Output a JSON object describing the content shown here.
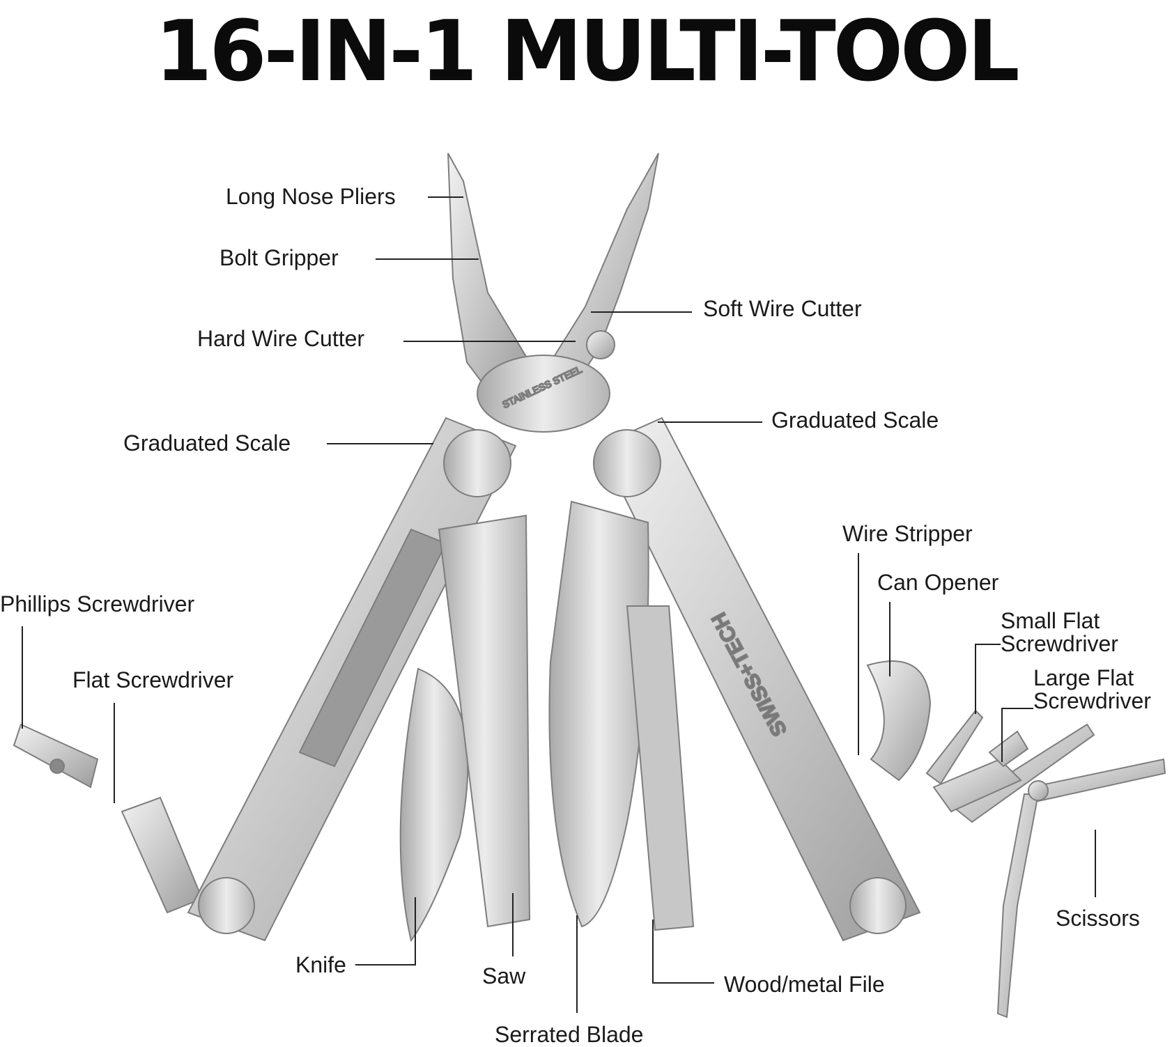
{
  "title": "16-IN-1 MULTI-TOOL",
  "tool_markings": {
    "brand": "SWISS+TECH",
    "pivot": "STAINLESS STEEL"
  },
  "labels": {
    "long_nose_pliers": "Long Nose Pliers",
    "bolt_gripper": "Bolt Gripper",
    "hard_wire_cutter": "Hard Wire Cutter",
    "soft_wire_cutter": "Soft Wire Cutter",
    "graduated_scale_left": "Graduated Scale",
    "graduated_scale_right": "Graduated Scale",
    "wire_stripper": "Wire Stripper",
    "can_opener": "Can Opener",
    "small_flat_screwdriver_1": "Small Flat",
    "small_flat_screwdriver_2": "Screwdriver",
    "large_flat_screwdriver_1": "Large Flat",
    "large_flat_screwdriver_2": "Screwdriver",
    "scissors": "Scissors",
    "phillips_screwdriver": "Phillips Screwdriver",
    "flat_screwdriver": "Flat Screwdriver",
    "knife": "Knife",
    "saw": "Saw",
    "serrated_blade": "Serrated Blade",
    "wood_metal_file": "Wood/metal File"
  }
}
